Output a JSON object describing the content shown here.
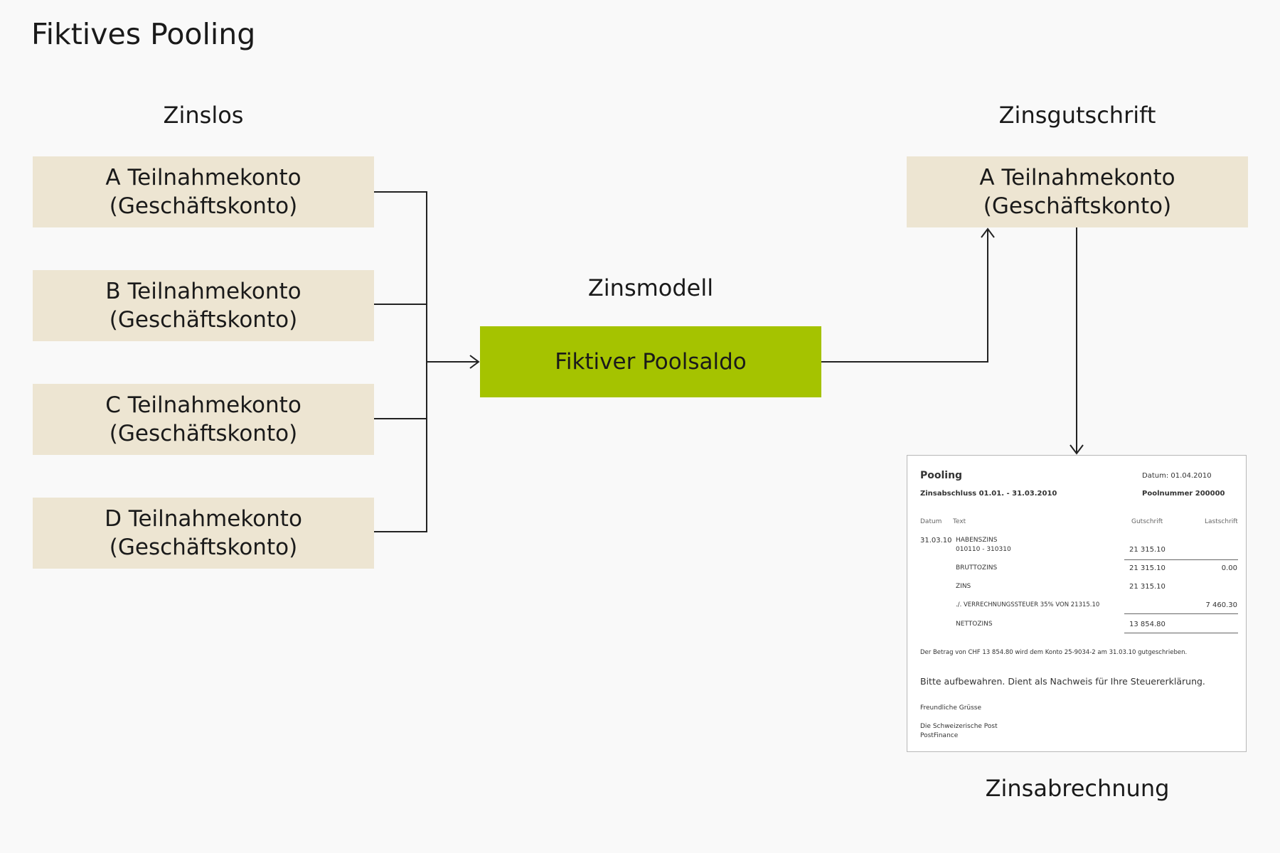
{
  "title": "Fiktives Pooling",
  "headings": {
    "left": "Zinslos",
    "middle": "Zinsmodell",
    "right": "Zinsgutschrift",
    "bottom": "Zinsabrechnung"
  },
  "accounts": [
    {
      "line1": "A Teilnahmekonto",
      "line2": "(Geschäftskonto)"
    },
    {
      "line1": "B Teilnahmekonto",
      "line2": "(Geschäftskonto)"
    },
    {
      "line1": "C Teilnahmekonto",
      "line2": "(Geschäftskonto)"
    },
    {
      "line1": "D Teilnahmekonto",
      "line2": "(Geschäftskonto)"
    }
  ],
  "pool": {
    "label": "Fiktiver Poolsaldo"
  },
  "target_account": {
    "line1": "A Teilnahmekonto",
    "line2": "(Geschäftskonto)"
  },
  "colors": {
    "account_fill": "#ede5d2",
    "pool_fill": "#a5c300"
  },
  "statement": {
    "heading": "Pooling",
    "date": "Datum: 01.04.2010",
    "period": "Zinsabschluss 01.01. - 31.03.2010",
    "pool_number": "Poolnummer 200000",
    "col_date": "Datum",
    "col_text": "Text",
    "col_credit": "Gutschrift",
    "col_debit": "Lastschrift",
    "row_date": "31.03.10",
    "row1_text": "HABENSZINS",
    "row1_sub": "010110 - 310310",
    "row1_credit": "21 315.10",
    "row2_text": "BRUTTOZINS",
    "row2_credit": "21 315.10",
    "row2_debit": "0.00",
    "row3_text": "ZINS",
    "row3_credit": "21 315.10",
    "row4_text": "./. VERRECHNUNGSSTEUER 35% VON 21315.10",
    "row4_debit": "7 460.30",
    "row5_text": "NETTOZINS",
    "row5_credit": "13 854.80",
    "note": "Der Betrag von CHF 13 854.80 wird dem Konto 25-9034-2 am 31.03.10 gutgeschrieben.",
    "keep": "Bitte aufbewahren. Dient als Nachweis für Ihre Steuererklärung.",
    "greeting": "Freundliche Grüsse",
    "sender1": "Die Schweizerische Post",
    "sender2": "PostFinance"
  }
}
